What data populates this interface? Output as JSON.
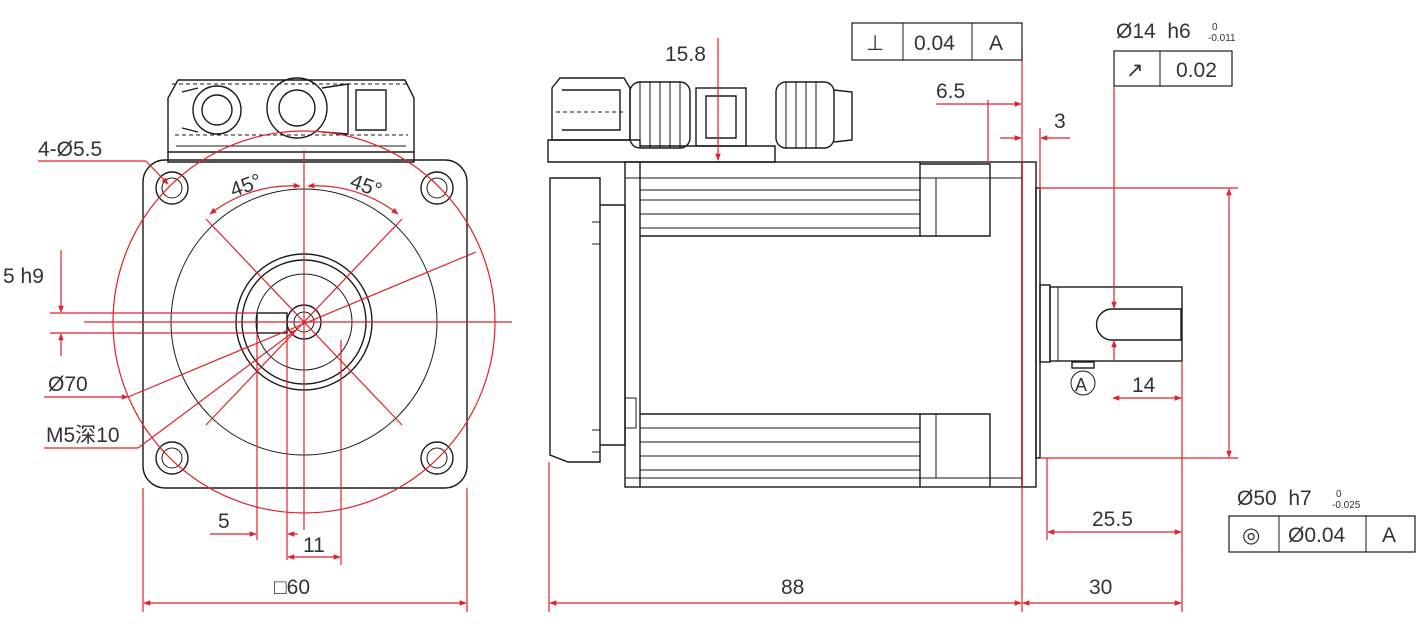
{
  "colors": {
    "outline": "#1a1a1a",
    "dimension": "#e0222a",
    "text": "#333333",
    "background": "#ffffff"
  },
  "front_view": {
    "hole_callout": "4-Ø5.5",
    "angle_left": "45°",
    "angle_right": "45°",
    "key_width": "5 h9",
    "pilot_circle": "Ø70",
    "thread_callout": "M5深10",
    "key_offset": "5",
    "shaft_height": "11",
    "flange_size": "□60"
  },
  "side_view": {
    "connector_height": "15.8",
    "flange_thickness": "6.5",
    "spigot_length": "3",
    "body_length": "88",
    "shaft_length": "30",
    "key_length": "14",
    "keyway_position": "25.5",
    "datum": "A"
  },
  "tolerances": {
    "perpendicularity": {
      "symbol": "⊥",
      "value": "0.04",
      "datum": "A"
    },
    "runout": {
      "symbol": "↗",
      "value": "0.02"
    },
    "concentricity": {
      "symbol": "◎",
      "value": "Ø0.04",
      "datum": "A"
    },
    "shaft_diameter": {
      "nominal": "Ø14  h6",
      "upper": "0",
      "lower": "-0.011"
    },
    "spigot_diameter": {
      "nominal": "Ø50  h7",
      "upper": "0",
      "lower": "-0.025"
    }
  }
}
